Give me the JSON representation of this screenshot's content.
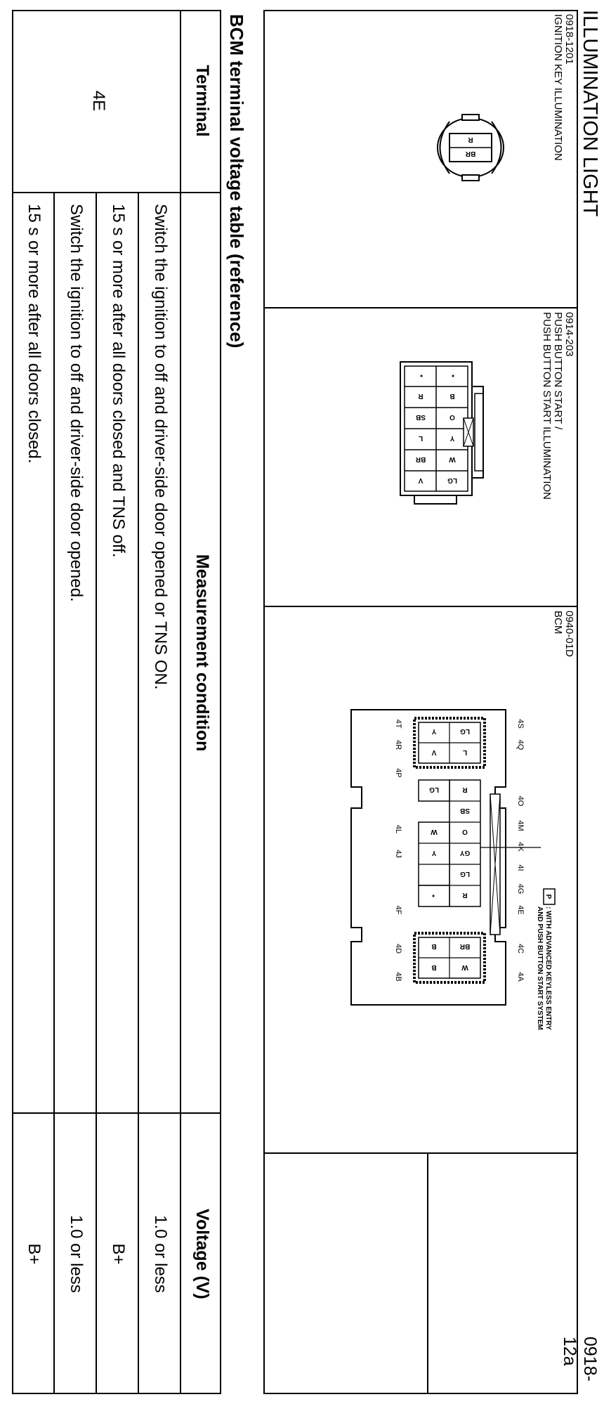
{
  "header": {
    "title": "ILLUMINATION LIGHT",
    "code": "0918-12a"
  },
  "connectors": [
    {
      "code": "0918-1201",
      "name_lines": [
        "IGNITION KEY ILLUMINATION"
      ],
      "pins": [
        "R",
        "BR"
      ]
    },
    {
      "code": "0914-203",
      "name_lines": [
        "PUSH BUTTON START /",
        "PUSH BUTTON START ILLUMINATION"
      ],
      "pins": [
        "*",
        "B",
        "O",
        "Y",
        "W",
        "LG",
        "*",
        "R",
        "SB",
        "L",
        "BR",
        "V"
      ]
    },
    {
      "code": "0940-01D",
      "name_lines": [
        "BCM"
      ],
      "note_symbol": "P",
      "note_lines": [
        ": WITH ADVANCED KEYLESS ENTRY",
        "AND PUSH BUTTON START SYSTEM"
      ],
      "top_labels": [
        "4S",
        "4Q",
        "4O",
        "4M",
        "4K",
        "4I",
        "4G",
        "4E",
        "4C",
        "4A"
      ],
      "bottom_labels": [
        "4T",
        "4R",
        "4P",
        "4L",
        "4J",
        "4F",
        "4D",
        "4B"
      ],
      "left_block": [
        "LG",
        "L",
        "Y",
        "V"
      ],
      "middle_top": [
        "R",
        "SB",
        "O",
        "GY",
        "LG",
        "R"
      ],
      "middle_bottom": [
        "LG",
        "W",
        "Y",
        "*"
      ],
      "right_block": [
        "BR",
        "W",
        "B",
        "B"
      ]
    }
  ],
  "table": {
    "title": "BCM terminal voltage table (reference)",
    "headers": [
      "Terminal",
      "Measurement condition",
      "Voltage (V)"
    ],
    "terminal": "4E",
    "rows": [
      {
        "condition": "Switch the ignition to off and driver-side door opened or TNS ON.",
        "voltage": "1.0 or less"
      },
      {
        "condition": "15 s or more after all doors closed and TNS off.",
        "voltage": "B+"
      },
      {
        "condition": "Switch the ignition to off and driver-side door opened.",
        "voltage": "1.0 or less"
      },
      {
        "condition": "15 s or more after all doors closed.",
        "voltage": "B+"
      }
    ]
  }
}
